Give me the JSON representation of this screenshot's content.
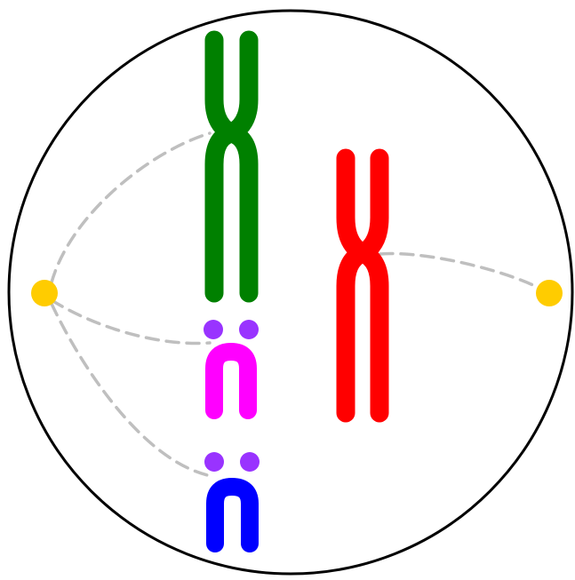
{
  "colors": {
    "background": "#ffffff",
    "cell_membrane": "#000000",
    "centrosome": "#ffcc00",
    "spindle_fiber": "#bfbfbf",
    "kinetochore_dot": "#9933ff"
  },
  "centrosomes": [
    {
      "id": "left",
      "color": "#ffcc00"
    },
    {
      "id": "right",
      "color": "#ffcc00"
    }
  ],
  "chromosomes": [
    {
      "id": "green",
      "color": "#008000",
      "form": "replicated-x"
    },
    {
      "id": "red",
      "color": "#ff0000",
      "form": "replicated-x"
    },
    {
      "id": "magenta",
      "color": "#ff00ff",
      "form": "single-chromatid-with-dots"
    },
    {
      "id": "blue",
      "color": "#0000ff",
      "form": "single-chromatid-with-dots"
    }
  ],
  "spindle_fibers": [
    {
      "from": "left-centrosome",
      "to": "green-centromere"
    },
    {
      "from": "left-centrosome",
      "to": "magenta-chromatid"
    },
    {
      "from": "left-centrosome",
      "to": "blue-chromatid"
    },
    {
      "from": "right-centrosome",
      "to": "red-centromere"
    }
  ]
}
